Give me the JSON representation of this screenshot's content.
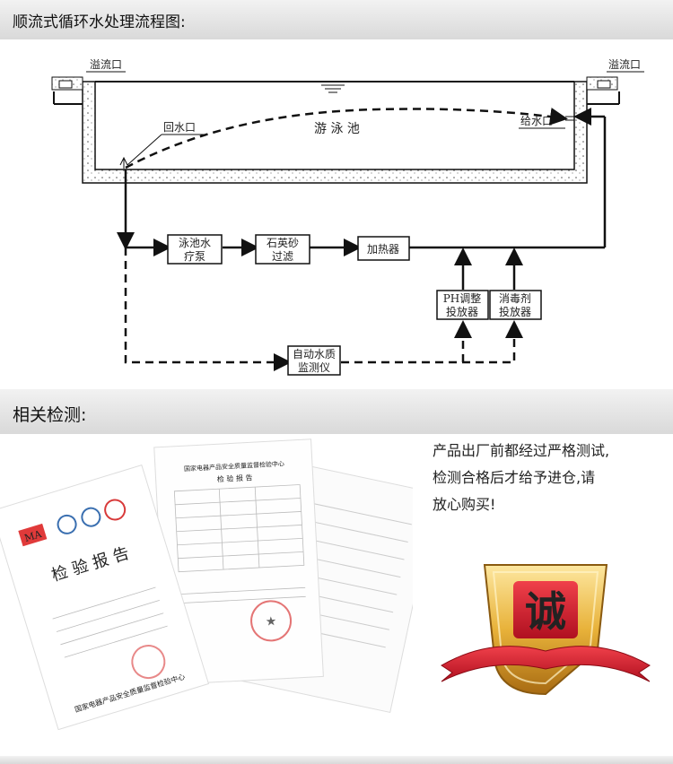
{
  "section1": {
    "title": "顺流式循环水处理流程图:"
  },
  "diagram": {
    "overflow_left": "溢流口",
    "overflow_right": "溢流口",
    "return_inlet": "回水口",
    "supply_inlet": "给水口",
    "pool": "游 泳 池",
    "pump": [
      "泳池水",
      "疗泵"
    ],
    "filter": [
      "石英砂",
      "过滤"
    ],
    "heater": "加热器",
    "ph": [
      "PH调整",
      "投放器"
    ],
    "disinfect": [
      "消毒剂",
      "投放器"
    ],
    "monitor": [
      "自动水质",
      "监测仪"
    ]
  },
  "section2": {
    "title": "相关检测:"
  },
  "certificate": {
    "title": "检 验 报 告",
    "org": "国家电器产品安全质量监督检验中心",
    "report_heading": "检 验 报 告",
    "ma_mark": "MA"
  },
  "promo": {
    "lines": [
      "产品出厂前都经过严格测试,",
      "检测合格后才给予进仓,请",
      "放心购买!"
    ]
  },
  "badge": {
    "char": "诚",
    "gold": "#e8b23a",
    "red": "#d8182a"
  }
}
